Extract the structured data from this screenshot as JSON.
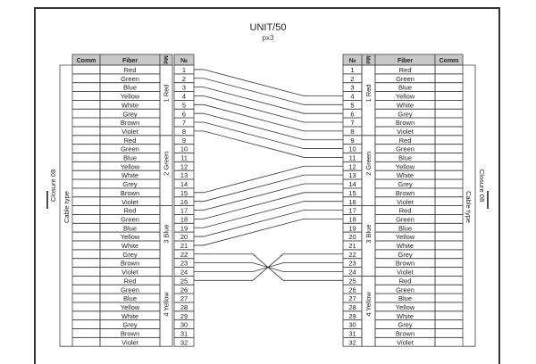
{
  "header": {
    "title": "UNIT/50",
    "subtitle": "px3"
  },
  "columns": {
    "comm": "Comm",
    "fiber": "Fiber",
    "module": "Md",
    "number": "№"
  },
  "left": {
    "closure": "Closure 08",
    "cable_type": "Cable type"
  },
  "right": {
    "closure": "Closure 08",
    "cable_type": "Cable type"
  },
  "fiber_colors": [
    "Red",
    "Green",
    "Blue",
    "Yellow",
    "White",
    "Grey",
    "Brown",
    "Violet"
  ],
  "modules": [
    {
      "label": "1 Red",
      "start": 1,
      "end": 8
    },
    {
      "label": "2 Green",
      "start": 9,
      "end": 16
    },
    {
      "label": "3 Blue",
      "start": 17,
      "end": 24
    },
    {
      "label": "4 Yellow",
      "start": 25,
      "end": 32
    }
  ],
  "fiber_count": 32,
  "connections": [
    [
      1,
      4
    ],
    [
      2,
      5
    ],
    [
      3,
      6
    ],
    [
      4,
      7
    ],
    [
      5,
      8
    ],
    [
      6,
      9
    ],
    [
      7,
      10
    ],
    [
      8,
      11
    ],
    [
      15,
      12
    ],
    [
      16,
      13
    ],
    [
      17,
      14
    ],
    [
      18,
      15
    ],
    [
      19,
      16
    ],
    [
      20,
      17
    ],
    [
      21,
      18
    ],
    [
      22,
      25
    ],
    [
      23,
      24
    ],
    [
      24,
      23
    ],
    [
      25,
      22
    ]
  ]
}
